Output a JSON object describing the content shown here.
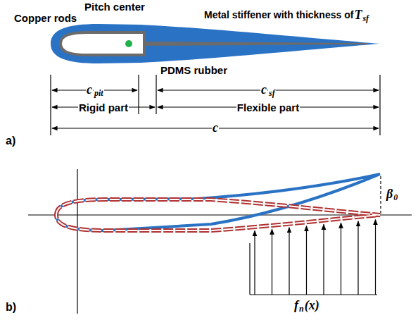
{
  "diagram": {
    "labels": [
      "Pitch center",
      "Copper rods",
      "Metal stiffener with thickness of",
      "T",
      "sf",
      "PDMS rubber",
      "c",
      "pit",
      "Rigid part",
      "c",
      "sf",
      "Flexible part",
      "c",
      "a)",
      "β",
      "0",
      "f",
      "n",
      "(x)",
      "b)"
    ]
  }
}
